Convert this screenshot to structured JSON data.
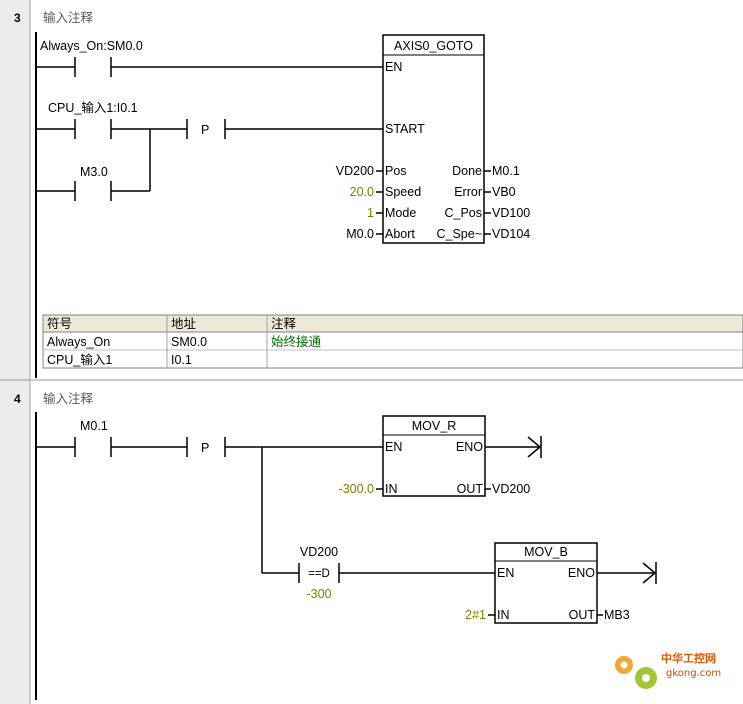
{
  "rung3": {
    "number": "3",
    "comment": "输入注释",
    "contact1_label": "Always_On:SM0.0",
    "contact2_label": "CPU_输入1:I0.1",
    "contact3_label": "M3.0",
    "p_label": "P",
    "block": {
      "title": "AXIS0_GOTO",
      "en": "EN",
      "start": "START",
      "inputs": [
        {
          "operand": "VD200",
          "pin": "Pos"
        },
        {
          "operand": "20.0",
          "pin": "Speed"
        },
        {
          "operand": "1",
          "pin": "Mode"
        },
        {
          "operand": "M0.0",
          "pin": "Abort"
        }
      ],
      "outputs": [
        {
          "pin": "Done",
          "operand": "M0.1"
        },
        {
          "pin": "Error",
          "operand": "VB0"
        },
        {
          "pin": "C_Pos",
          "operand": "VD100"
        },
        {
          "pin": "C_Spe~",
          "operand": "VD104"
        }
      ]
    },
    "symbol_table": {
      "headers": [
        "符号",
        "地址",
        "注释"
      ],
      "rows": [
        [
          "Always_On",
          "SM0.0",
          "始终接通"
        ],
        [
          "CPU_输入1",
          "I0.1",
          ""
        ]
      ]
    }
  },
  "rung4": {
    "number": "4",
    "comment": "输入注释",
    "contact1_label": "M0.1",
    "p_label": "P",
    "movr": {
      "title": "MOV_R",
      "en": "EN",
      "eno": "ENO",
      "in_pin": "IN",
      "out_pin": "OUT",
      "in_operand": "-300.0",
      "out_operand": "VD200"
    },
    "compare": {
      "top": "VD200",
      "op": "==D",
      "bottom": "-300"
    },
    "movb": {
      "title": "MOV_B",
      "en": "EN",
      "eno": "ENO",
      "in_pin": "IN",
      "out_pin": "OUT",
      "in_operand": "2#1",
      "out_operand": "MB3"
    }
  },
  "watermark": {
    "line1": "中华工控网",
    "line2": "gkong.com",
    "icon": "gear-icon"
  }
}
